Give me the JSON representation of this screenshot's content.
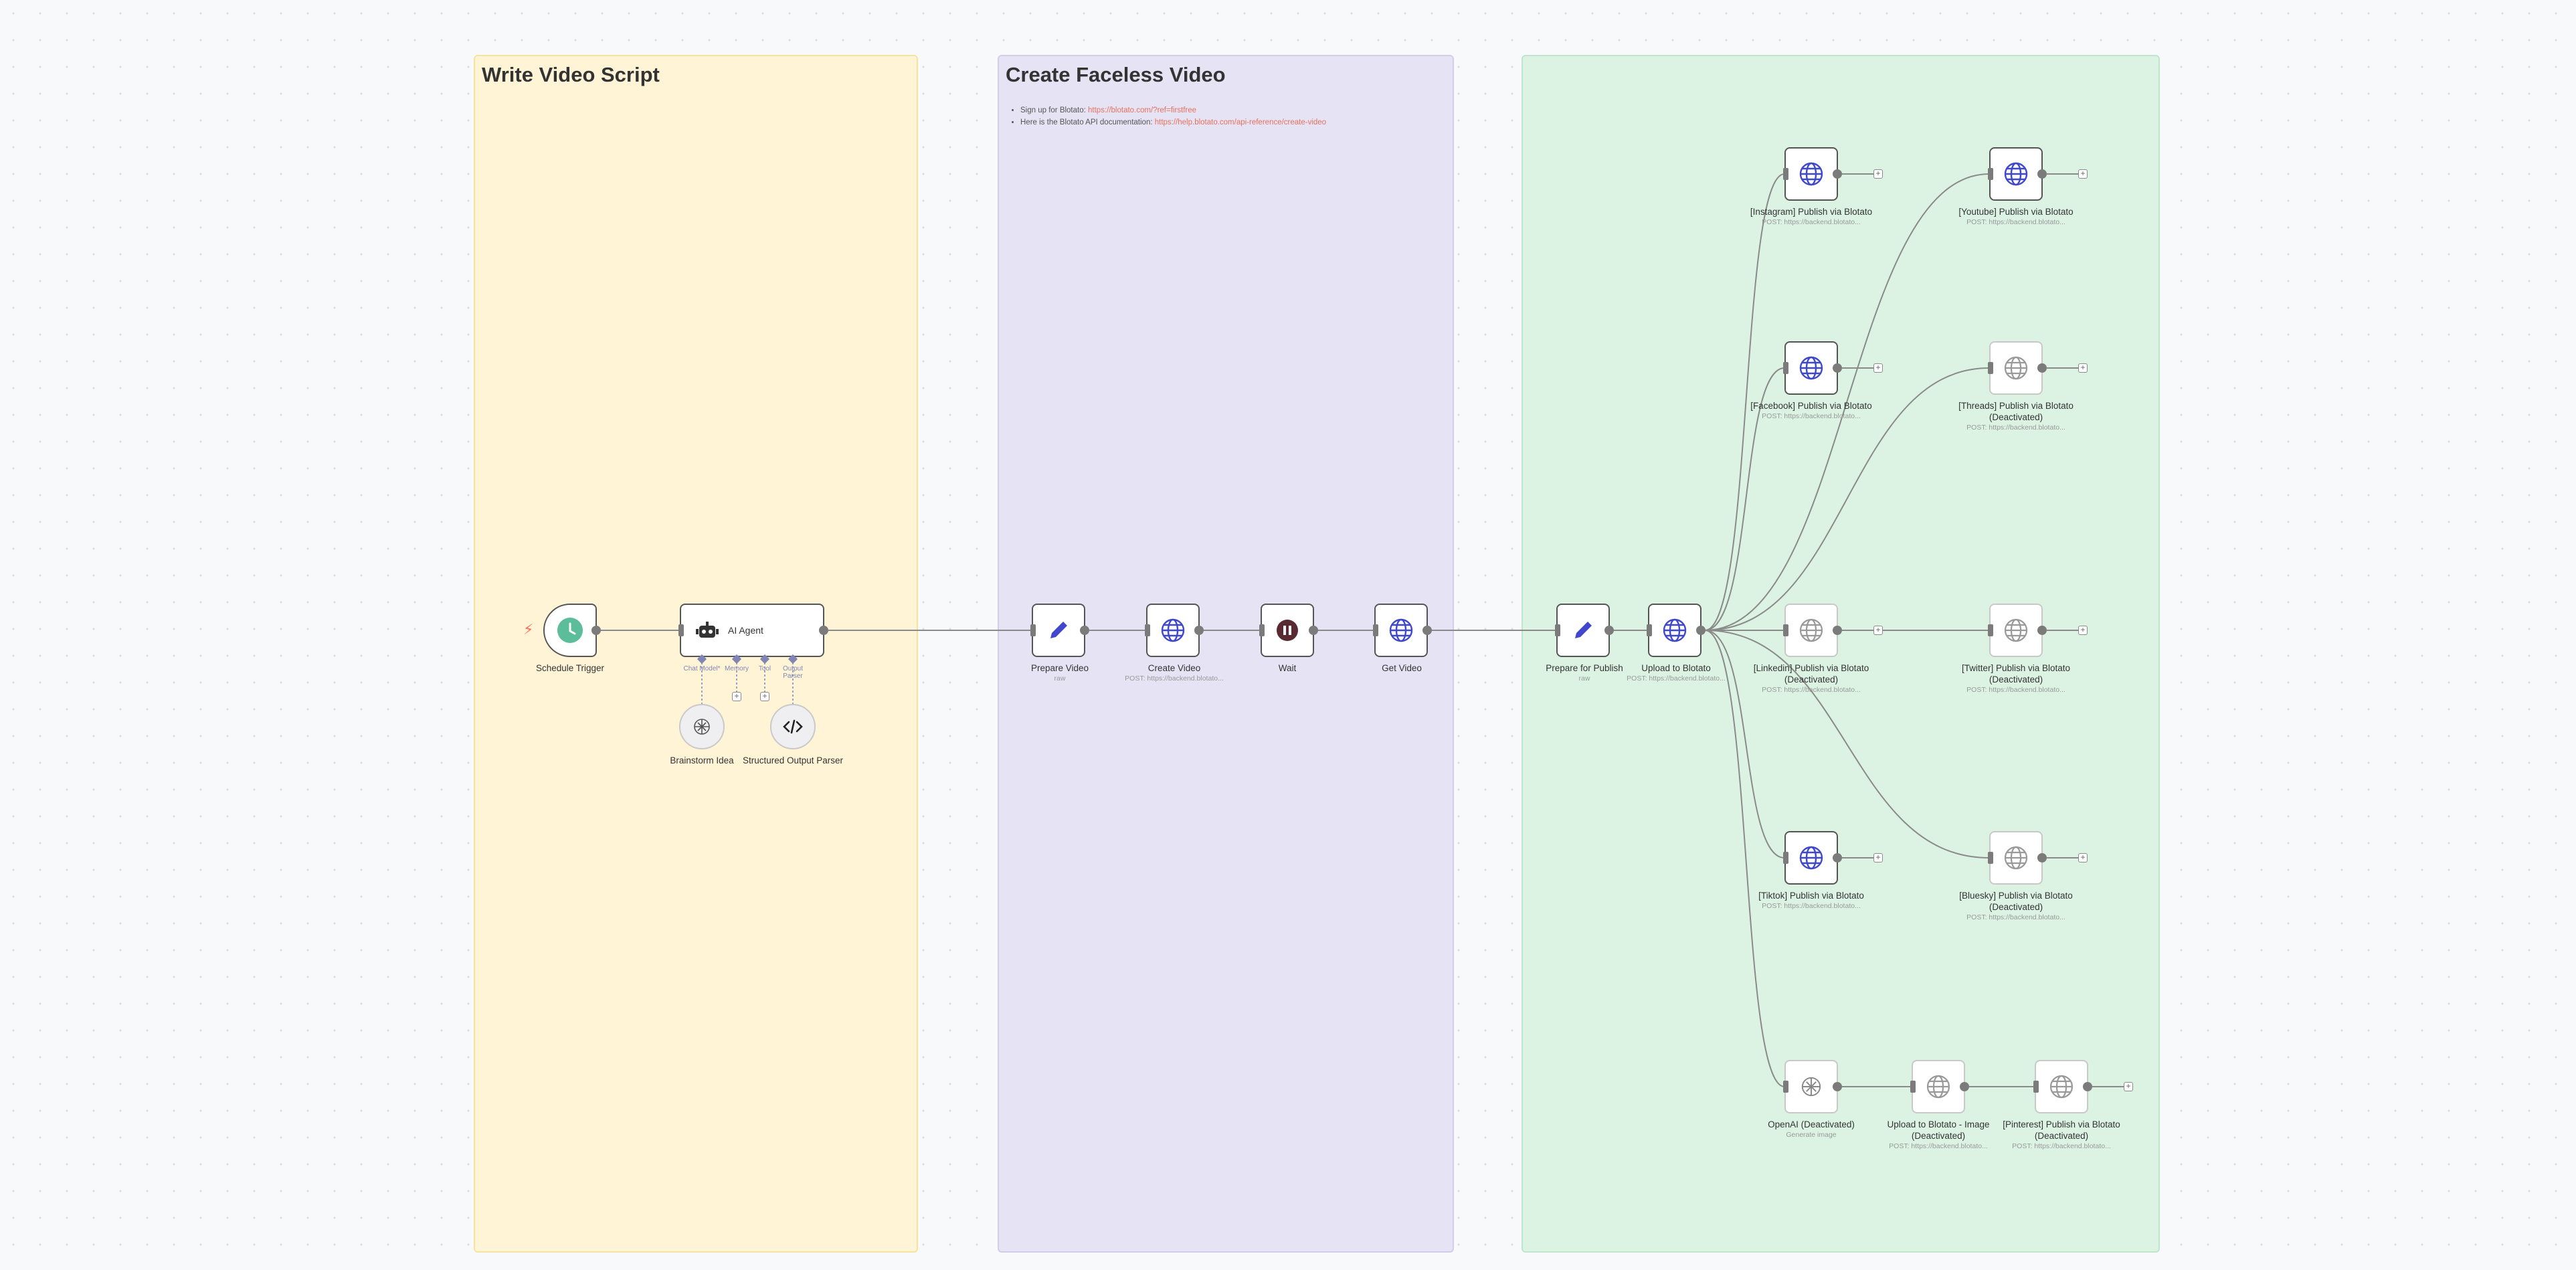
{
  "stickies": {
    "script": {
      "title": "Write Video Script",
      "color": "#fff5d6",
      "border": "#f7e3a0"
    },
    "faceless": {
      "title": "Create Faceless Video",
      "color": "#e6e3f4",
      "border": "#d3cdea",
      "bullets": [
        {
          "text": "Sign up for Blotato: ",
          "link": "https://blotato.com/?ref=firstfree"
        },
        {
          "text": "Here is the Blotato API documentation: ",
          "link": "https://help.blotato.com/api-reference/create-video"
        }
      ]
    },
    "publish": {
      "color": "#dcf3e3",
      "border": "#bfe6cb"
    }
  },
  "nodes": {
    "schedule": {
      "label": "Schedule Trigger",
      "icon": "clock-icon"
    },
    "agent": {
      "label": "AI Agent",
      "icon": "robot-icon",
      "connectors": [
        {
          "label": "Chat Model*"
        },
        {
          "label": "Memory"
        },
        {
          "label": "Tool"
        },
        {
          "label": "Output Parser"
        }
      ]
    },
    "brainstorm": {
      "label": "Brainstorm Idea",
      "icon": "openai-icon"
    },
    "parser": {
      "label": "Structured Output Parser",
      "icon": "code-icon"
    },
    "prepare_video": {
      "label": "Prepare Video",
      "sub": "raw",
      "icon": "pencil-icon"
    },
    "create_video": {
      "label": "Create Video",
      "sub": "POST: https://backend.blotato...",
      "icon": "globe-icon"
    },
    "wait": {
      "label": "Wait",
      "icon": "pause-icon"
    },
    "get_video": {
      "label": "Get Video",
      "icon": "globe-icon"
    },
    "prepare_publish": {
      "label": "Prepare for Publish",
      "sub": "raw",
      "icon": "pencil-icon"
    },
    "upload": {
      "label": "Upload to Blotato",
      "sub": "POST: https://backend.blotato...",
      "icon": "globe-icon"
    },
    "instagram": {
      "label": "[Instagram] Publish via Blotato",
      "sub": "POST: https://backend.blotato...",
      "icon": "globe-icon"
    },
    "youtube": {
      "label": "[Youtube] Publish via Blotato",
      "sub": "POST: https://backend.blotato...",
      "icon": "globe-icon"
    },
    "facebook": {
      "label": "[Facebook] Publish via Blotato",
      "sub": "POST: https://backend.blotato...",
      "icon": "globe-icon"
    },
    "threads": {
      "label": "[Threads] Publish via Blotato (Deactivated)",
      "sub": "POST: https://backend.blotato...",
      "icon": "globe-icon"
    },
    "linkedin": {
      "label": "[Linkedin] Publish via Blotato (Deactivated)",
      "sub": "POST: https://backend.blotato...",
      "icon": "globe-icon"
    },
    "twitter": {
      "label": "[Twitter] Publish via Blotato (Deactivated)",
      "sub": "POST: https://backend.blotato...",
      "icon": "globe-icon"
    },
    "tiktok": {
      "label": "[Tiktok] Publish via Blotato",
      "sub": "POST: https://backend.blotato...",
      "icon": "globe-icon"
    },
    "bluesky": {
      "label": "[Bluesky] Publish via Blotato (Deactivated)",
      "sub": "POST: https://backend.blotato...",
      "icon": "globe-icon"
    },
    "openai": {
      "label": "OpenAI (Deactivated)",
      "sub": "Generate image",
      "icon": "openai-icon"
    },
    "upload_image": {
      "label": "Upload to Blotato - Image (Deactivated)",
      "sub": "POST: https://backend.blotato...",
      "icon": "globe-icon"
    },
    "pinterest": {
      "label": "[Pinterest] Publish via Blotato (Deactivated)",
      "sub": "POST: https://backend.blotato...",
      "icon": "globe-icon"
    }
  },
  "colors": {
    "accent": "#ff6d5a",
    "icon_blue": "#3f48cc",
    "trigger_teal": "#5bbd9a",
    "wait": "#5a2a33",
    "connector": "#8085b5"
  }
}
